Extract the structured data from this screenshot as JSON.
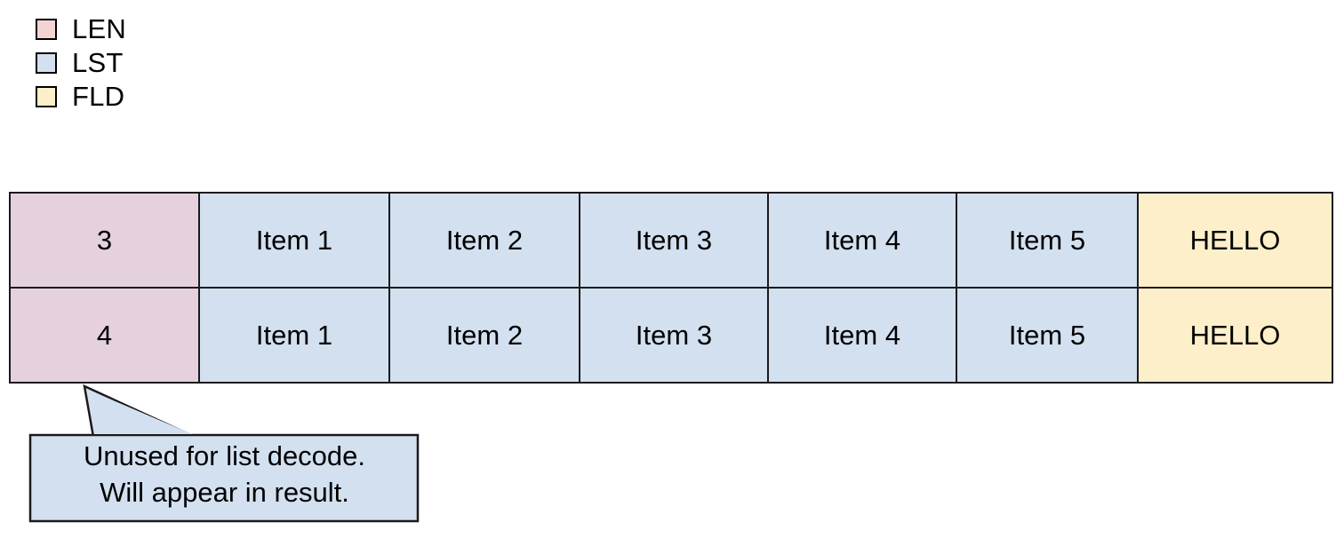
{
  "legend": {
    "items": [
      {
        "label": "LEN",
        "color": "#f2d4d4",
        "icon": "square-swatch-icon"
      },
      {
        "label": "LST",
        "color": "#d3e0f0",
        "icon": "square-swatch-icon"
      },
      {
        "label": "FLD",
        "color": "#fdefc9",
        "icon": "square-swatch-icon"
      }
    ]
  },
  "table": {
    "colors": {
      "len": "#e5d1dd",
      "lst": "#d3e0f0",
      "fld": "#fdefc9",
      "border": "#1a1a1a"
    },
    "rows": [
      {
        "len": "3",
        "list": [
          "Item 1",
          "Item 2",
          "Item 3",
          "Item 4",
          "Item 5"
        ],
        "fld": "HELLO"
      },
      {
        "len": "4",
        "list": [
          "Item 1",
          "Item 2",
          "Item 3",
          "Item 4",
          "Item 5"
        ],
        "fld": "HELLO"
      }
    ]
  },
  "callout": {
    "fill": "#d3e0f0",
    "stroke": "#1a1a1a",
    "line1": "Unused for list decode.",
    "line2": "Will appear in result."
  }
}
